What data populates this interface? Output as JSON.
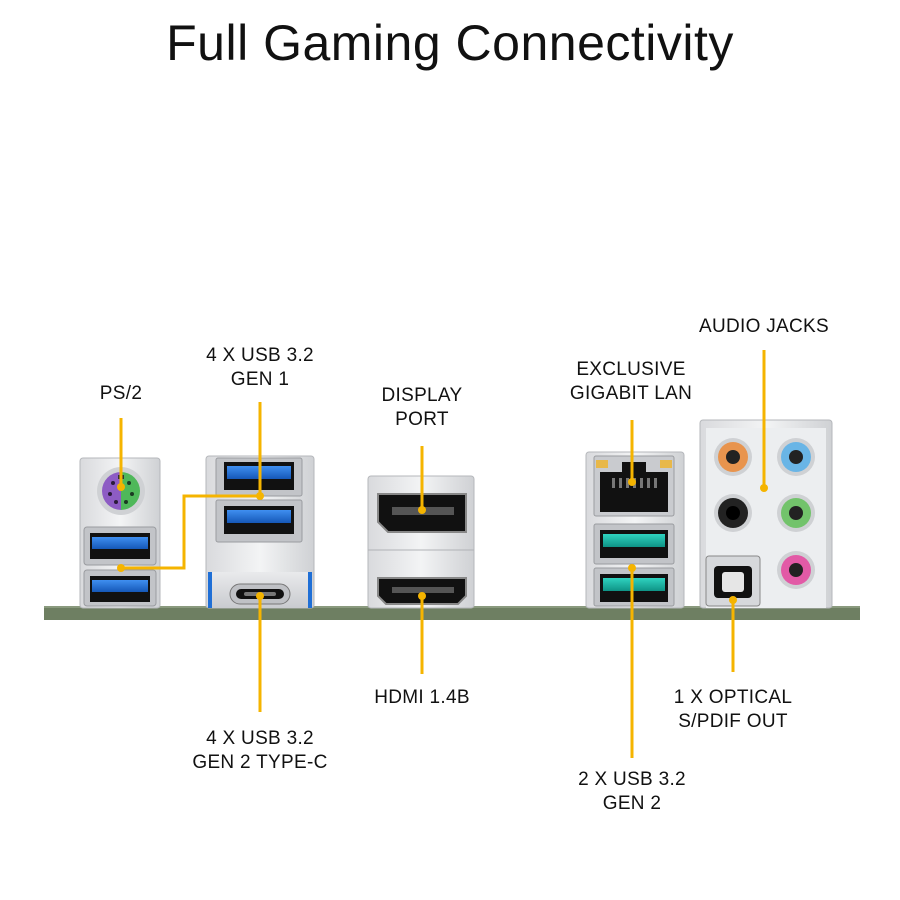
{
  "title": "Full Gaming Connectivity",
  "labels": {
    "ps2": "PS/2",
    "usb_gen1_line1": "4 X USB 3.2",
    "usb_gen1_line2": "GEN 1",
    "displayport_line1": "DISPLAY",
    "displayport_line2": "PORT",
    "lan_line1": "EXCLUSIVE",
    "lan_line2": "GIGABIT LAN",
    "audio": "AUDIO JACKS",
    "usb_typec_line1": "4 X USB 3.2",
    "usb_typec_line2": "GEN 2 TYPE-C",
    "hdmi": "HDMI 1.4B",
    "usb_gen2_line1": "2 X USB 3.2",
    "usb_gen2_line2": "GEN 2",
    "optical_line1": "1 X OPTICAL",
    "optical_line2": "S/PDIF OUT"
  },
  "colors": {
    "callout": "#f5b400",
    "pcb": "#6e7f62",
    "usb_blue": "#1f6fd6",
    "usb_teal": "#14b5a5",
    "ps2_purple": "#8d5cc4",
    "ps2_green": "#4fb85a",
    "audio_orange": "#e8944e",
    "audio_blue": "#69b5e6",
    "audio_black": "#222222",
    "audio_green": "#72c36b",
    "audio_pink": "#e25aa6"
  },
  "icons": [
    "ps2-port-icon",
    "usb-port-icon",
    "usb-typec-port-icon",
    "displayport-icon",
    "hdmi-port-icon",
    "ethernet-port-icon",
    "audio-jack-icon",
    "optical-port-icon"
  ]
}
